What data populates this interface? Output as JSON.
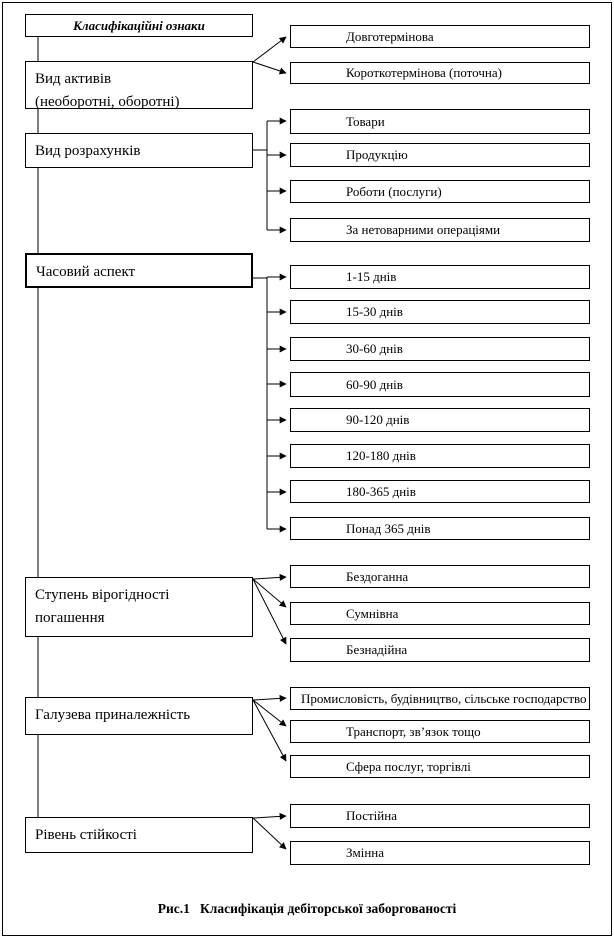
{
  "header": {
    "label": "Класифікаційні ознаки"
  },
  "caption": "Рис.1   Класифікація дебіторської заборгованості",
  "categories": [
    {
      "label": "Вид активів\n(необоротні, оборотні)",
      "items": [
        "Довготермінова",
        "Короткотермінова (поточна)"
      ]
    },
    {
      "label": "Вид розрахунків",
      "items": [
        "Товари",
        "Продукцію",
        "Роботи (послуги)",
        "За нетоварними операціями"
      ]
    },
    {
      "label": "Часовий аспект",
      "items": [
        "1-15 днів",
        "15-30 днів",
        "30-60 днів",
        "60-90 днів",
        "90-120 днів",
        "120-180 днів",
        "180-365 днів",
        "Понад 365 днів"
      ]
    },
    {
      "label": "Ступень вірогідності\nпогашення",
      "items": [
        "Бездоганна",
        "Сумнівна",
        "Безнадійна"
      ]
    },
    {
      "label": "Галузева приналежність",
      "items": [
        "Промисловість, будівництво, сільське господарство",
        "Транспорт, зв’язок тощо",
        "Сфера послуг, торгівлі"
      ]
    },
    {
      "label": "Рівень стійкості",
      "items": [
        "Постійна",
        "Змінна"
      ]
    }
  ],
  "colors": {
    "line": "#000000",
    "background": "#ffffff"
  }
}
